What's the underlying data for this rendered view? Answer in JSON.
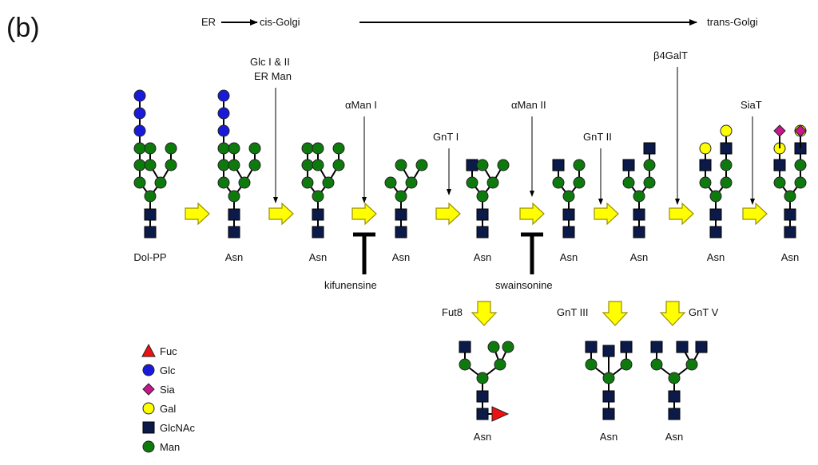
{
  "panel_label": "(b)",
  "pathway": {
    "er": "ER",
    "cis_golgi": "cis-Golgi",
    "trans_golgi": "trans-Golgi"
  },
  "structures": [
    {
      "label": "Dol-PP"
    },
    {
      "label": "Asn"
    },
    {
      "label": "Asn"
    },
    {
      "label": "Asn"
    },
    {
      "label": "Asn"
    },
    {
      "label": "Asn"
    },
    {
      "label": "Asn"
    },
    {
      "label": "Asn"
    },
    {
      "label": "Asn"
    }
  ],
  "enzymes": {
    "glc": [
      "Glc I & II",
      "ER Man"
    ],
    "aman1": "αMan I",
    "gnt1": "GnT I",
    "aman2": "αMan II",
    "gnt2": "GnT II",
    "b4galt": "β4GalT",
    "siat": "SiaT"
  },
  "inhibitors": {
    "kifunensine": "kifunensine",
    "swainsonine": "swainsonine"
  },
  "branches": {
    "fut8": "Fut8",
    "gnt3": "GnT III",
    "gnt5": "GnT V",
    "labels": [
      "Asn",
      "Asn",
      "Asn"
    ]
  },
  "legend": [
    {
      "name": "Fuc",
      "shape": "triangle",
      "color": "#ee1111"
    },
    {
      "name": "Glc",
      "shape": "circle",
      "color": "#1a1adb"
    },
    {
      "name": "Sia",
      "shape": "diamond",
      "color": "#c8168c"
    },
    {
      "name": "Gal",
      "shape": "circle",
      "color": "#ffff00"
    },
    {
      "name": "GlcNAc",
      "shape": "square",
      "color": "#0c1a4a"
    },
    {
      "name": "Man",
      "shape": "circle",
      "color": "#0e7a0e"
    }
  ],
  "colors": {
    "glc": "#1a1adb",
    "man": "#0e7a0e",
    "glcnac": "#0c1a4a",
    "gal": "#ffff00",
    "sia": "#c8168c",
    "fuc": "#ee1111",
    "arrow_fill": "#ffff00",
    "arrow_stroke": "#9a8f00"
  }
}
